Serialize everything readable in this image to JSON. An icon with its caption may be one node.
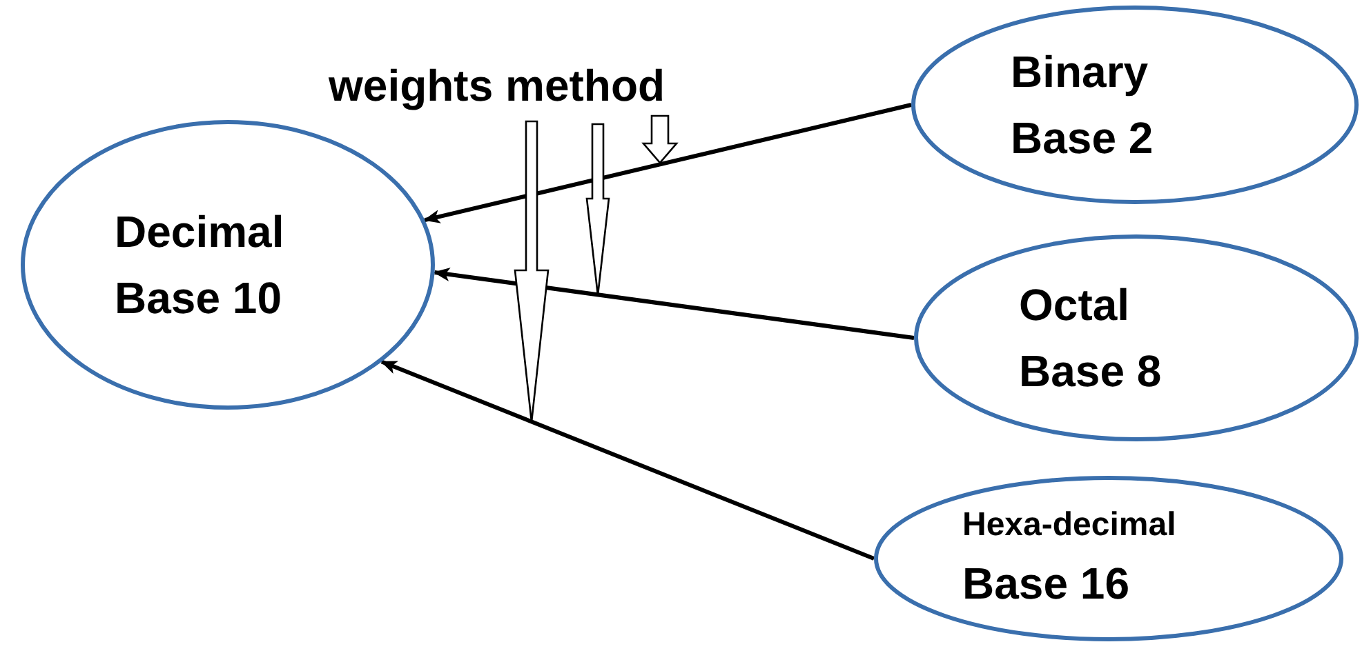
{
  "diagram": {
    "nodes": [
      {
        "text": [
          "Decimal",
          "Base 10"
        ]
      },
      {
        "text": [
          "Binary",
          "Base 2"
        ]
      },
      {
        "text": [
          "Octal",
          "Base 8"
        ]
      },
      {
        "text": [
          "Hexa-decimal",
          "Base 16"
        ]
      }
    ],
    "edges": [
      {
        "from": 1,
        "to": 0,
        "arrow": "to"
      },
      {
        "from": 2,
        "to": 0,
        "arrow": "to"
      },
      {
        "from": 3,
        "to": 0,
        "arrow": "to"
      }
    ],
    "labels": [
      "weights method"
    ]
  }
}
